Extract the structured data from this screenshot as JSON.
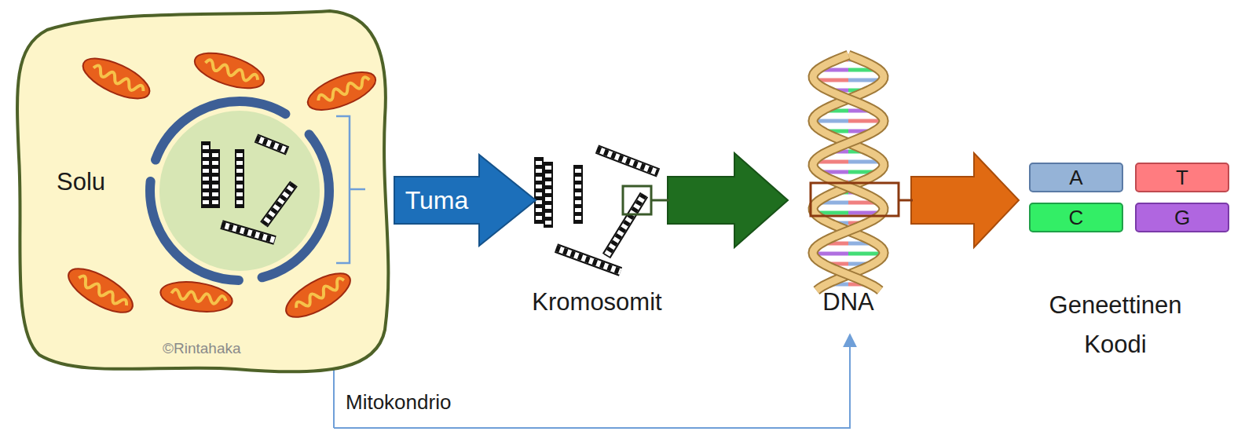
{
  "diagram": {
    "nodes": [
      {
        "text": [
          "Solu"
        ]
      },
      {
        "text": [
          "Tuma"
        ]
      },
      {
        "text": [
          "A"
        ]
      },
      {
        "text": [
          "T"
        ]
      },
      {
        "text": [
          "C"
        ]
      },
      {
        "text": [
          "G"
        ]
      }
    ],
    "labels": [
      "©Rintahaka",
      "Kromosomit",
      "DNA",
      "Geneettinen Koodi",
      "Mitokondrio"
    ]
  }
}
